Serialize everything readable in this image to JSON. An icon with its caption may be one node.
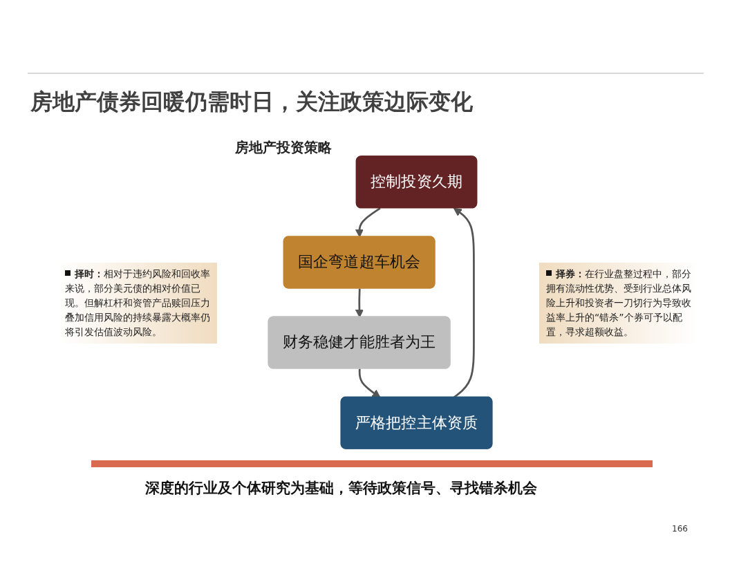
{
  "diagram": {
    "title": "房地产债券回暖仍需时日，关注政策边际变化",
    "nodes": [
      {
        "text": [
          "控制投资久期"
        ]
      },
      {
        "text": [
          "国企弯道超车机会"
        ]
      },
      {
        "text": [
          "财务稳健才能胜者为王"
        ]
      },
      {
        "text": [
          "严格把控主体资质"
        ]
      }
    ],
    "edges": [
      {
        "from": 0,
        "to": 1,
        "arrow": "to"
      },
      {
        "from": 1,
        "to": 2,
        "arrow": "to"
      },
      {
        "from": 2,
        "to": 3,
        "arrow": "to"
      },
      {
        "from": 3,
        "to": 0,
        "arrow": "to"
      }
    ],
    "labels": [
      "房地产投资策略",
      "**择时：**相对于违约风险和回收率来说，部分美元债的相对价值已现。但解杠杆和资管产品赎回压力叠加信用风险的持续暴露大概率仍将引发估值波动风险。",
      "**择券：**在行业盘整过程中，部分拥有流动性优势、受到行业总体风险上升和投资者一刀切行为导致收益率上升的“错杀”个券可予以配置，寻求超额收益。",
      "深度的行业及个体研究为基础，等待政策信号、寻找错杀机会",
      "166"
    ]
  }
}
